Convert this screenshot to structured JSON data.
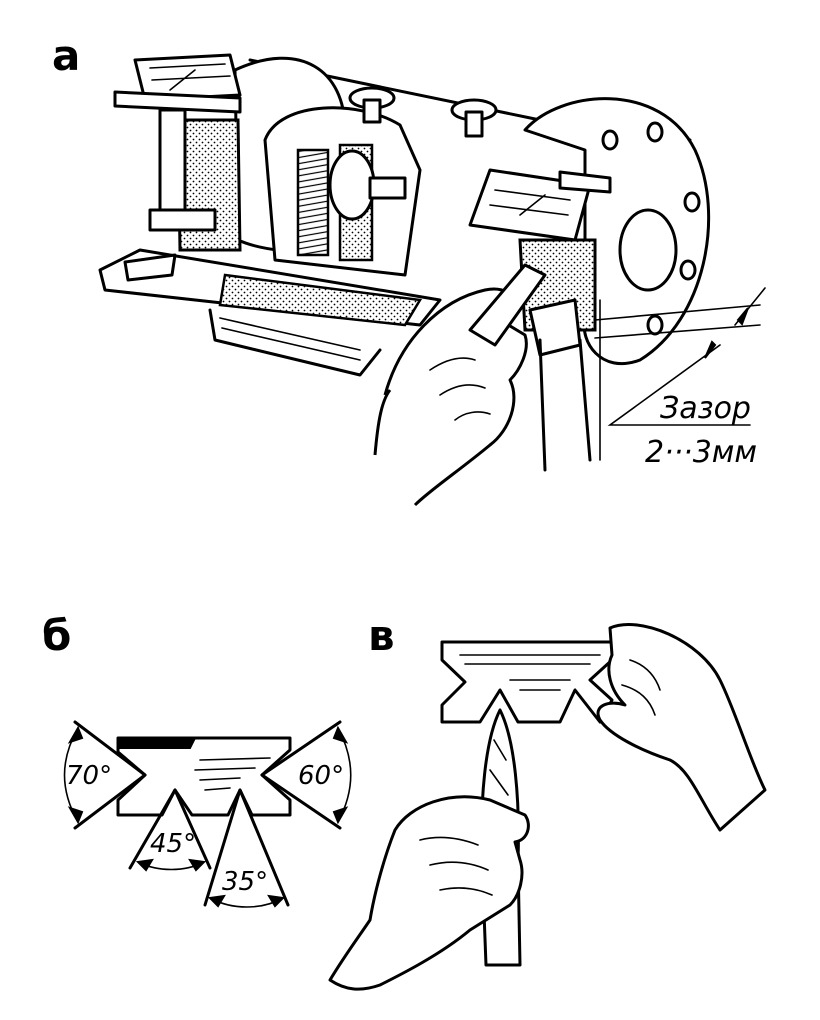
{
  "panels": {
    "a": {
      "letter": "а"
    },
    "b": {
      "letter": "б"
    },
    "c": {
      "letter": "в"
    }
  },
  "gap_annotation": {
    "label": "Зазор",
    "value": "2···3мм"
  },
  "template_angles": {
    "left_side": "70°",
    "right_side": "60°",
    "bottom_left": "45°",
    "bottom_right": "35°"
  }
}
